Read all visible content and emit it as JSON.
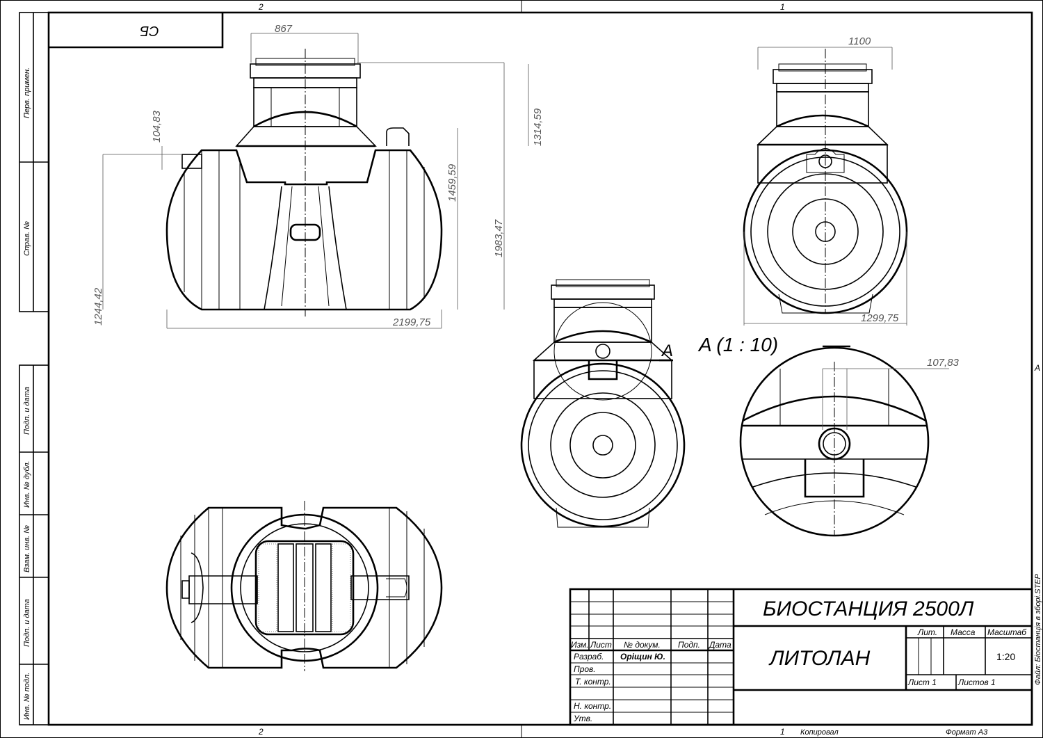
{
  "sheet": {
    "zones_top": [
      "2",
      "1"
    ],
    "zones_bottom": [
      "2",
      "1"
    ],
    "zone_right": "A",
    "stamp": "СБ",
    "copied": "Копировал",
    "format": "Формат А3",
    "file_label": "Файл: Біостанція в зборі.STEP"
  },
  "side_stamps": {
    "perv_primen": "Перв. примен.",
    "sprav_no": "Справ. №",
    "podp_data_1": "Подп. и дата",
    "inv_dubl": "Инв. № дубл.",
    "vzam_inv": "Взам. инв. №",
    "podp_data_2": "Подп. и дата",
    "inv_podl": "Инв. № подл."
  },
  "dimensions": {
    "d867": "867",
    "d104": "104,83",
    "d1314": "1314,59",
    "d1459": "1459,59",
    "d1983": "1983,47",
    "d1244": "1244,42",
    "d2199": "2199,75",
    "d1100": "1100",
    "d1299": "1299,75",
    "d107": "107,83"
  },
  "section": {
    "marker": "A",
    "title": "A (1 : 10)"
  },
  "title_block": {
    "product": "БИОСТАНЦИЯ 2500Л",
    "company": "ЛИТОЛАН",
    "lit": "Лит.",
    "mass": "Масса",
    "scale_label": "Масштаб",
    "scale": "1:20",
    "sheet": "Лист 1",
    "sheets": "Листов 1",
    "col_izm": "Изм.",
    "col_list": "Лист",
    "col_doc": "№ докум.",
    "col_sign": "Подп.",
    "col_date": "Дата",
    "razrab": "Разраб.",
    "razrab_name": "Оріщин Ю.",
    "prov": "Пров.",
    "tkontr": "Т. контр.",
    "nkontr": "Н. контр.",
    "utv": "Утв."
  }
}
